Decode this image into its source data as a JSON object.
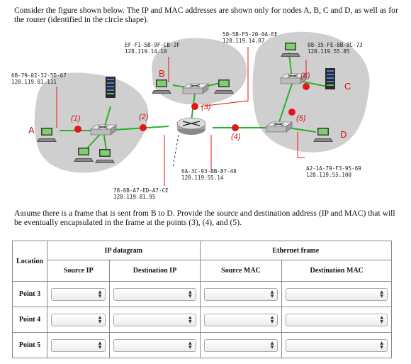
{
  "intro_text": "Consider the figure shown below. The IP and MAC addresses are shown only for nodes A, B, C and D, as well as for the router (identified in the circle shape).",
  "question_text": "Assume there is a frame that is sent from B to D. Provide the source and destination address (IP and MAC) that will be eventually encapsulated in the frame at the points (3), (4), and (5).",
  "figure": {
    "nodes": {
      "a": "A",
      "b": "B",
      "c": "C",
      "d": "D"
    },
    "points": {
      "p1": "(1)",
      "p2": "(2)",
      "p3": "(3)",
      "p4": "(4)",
      "p5": "(5)",
      "p6": "(6)"
    },
    "addresses": {
      "a_mac": "6B-79-02-32-5D-67",
      "a_ip": "128.119.81.111",
      "b_mac": "EF-F1-5B-9F-CB-2F",
      "b_ip": "128.119.14.10",
      "router_top_mac": "58-5B-F5-20-0A-EE",
      "router_top_ip": "128.119.14.87",
      "c_mac": "08-35-FE-8B-8C-73",
      "c_ip": "128.119.55.85",
      "router_right_mac": "6A-3C-93-BB-87-48",
      "router_right_ip": "128.119.55.14",
      "d_mac": "A2-1A-79-F3-95-69",
      "d_ip": "128.119.55.100",
      "router_left_mac": "78-6B-A7-ED-A7-CE",
      "router_left_ip": "128.119.81.95"
    },
    "colors": {
      "blob": "#cfcfcf",
      "point": "#e4161c",
      "link": "#2bb02b",
      "leader": "#e4161c"
    }
  },
  "table": {
    "location_header": "Location",
    "ip_header": "IP datagram",
    "eth_header": "Ethernet frame",
    "col_source_ip": "Source IP",
    "col_dest_ip": "Destination IP",
    "col_source_mac": "Source MAC",
    "col_dest_mac": "Destination MAC",
    "rows": [
      {
        "label": "Point 3",
        "source_ip": "",
        "dest_ip": "",
        "source_mac": "",
        "dest_mac": ""
      },
      {
        "label": "Point 4",
        "source_ip": "",
        "dest_ip": "",
        "source_mac": "",
        "dest_mac": ""
      },
      {
        "label": "Point 5",
        "source_ip": "",
        "dest_ip": "",
        "source_mac": "",
        "dest_mac": ""
      }
    ]
  }
}
